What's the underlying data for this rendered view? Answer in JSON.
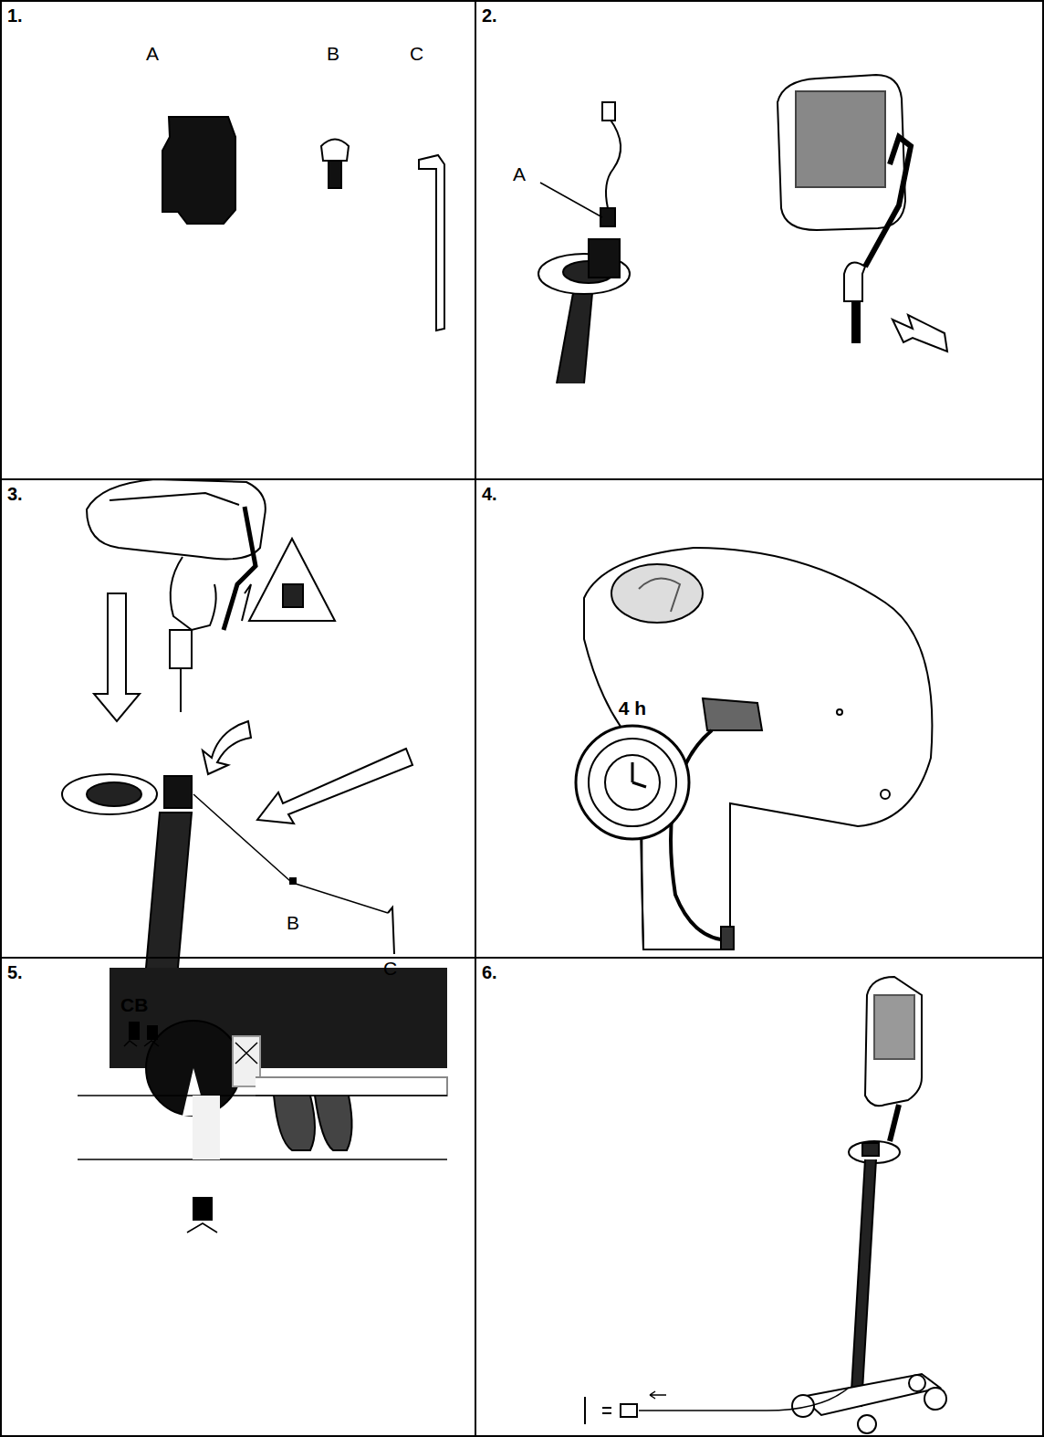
{
  "diagram": {
    "nodes": [
      {
        "text": [
          "1."
        ]
      },
      {
        "text": [
          "2."
        ]
      },
      {
        "text": [
          "3."
        ]
      },
      {
        "text": [
          "4."
        ]
      },
      {
        "text": [
          "5."
        ]
      },
      {
        "text": [
          "6."
        ]
      }
    ],
    "labels": [
      "A",
      "B",
      "C",
      "A",
      "B",
      "C",
      "CB",
      "4 h"
    ]
  }
}
